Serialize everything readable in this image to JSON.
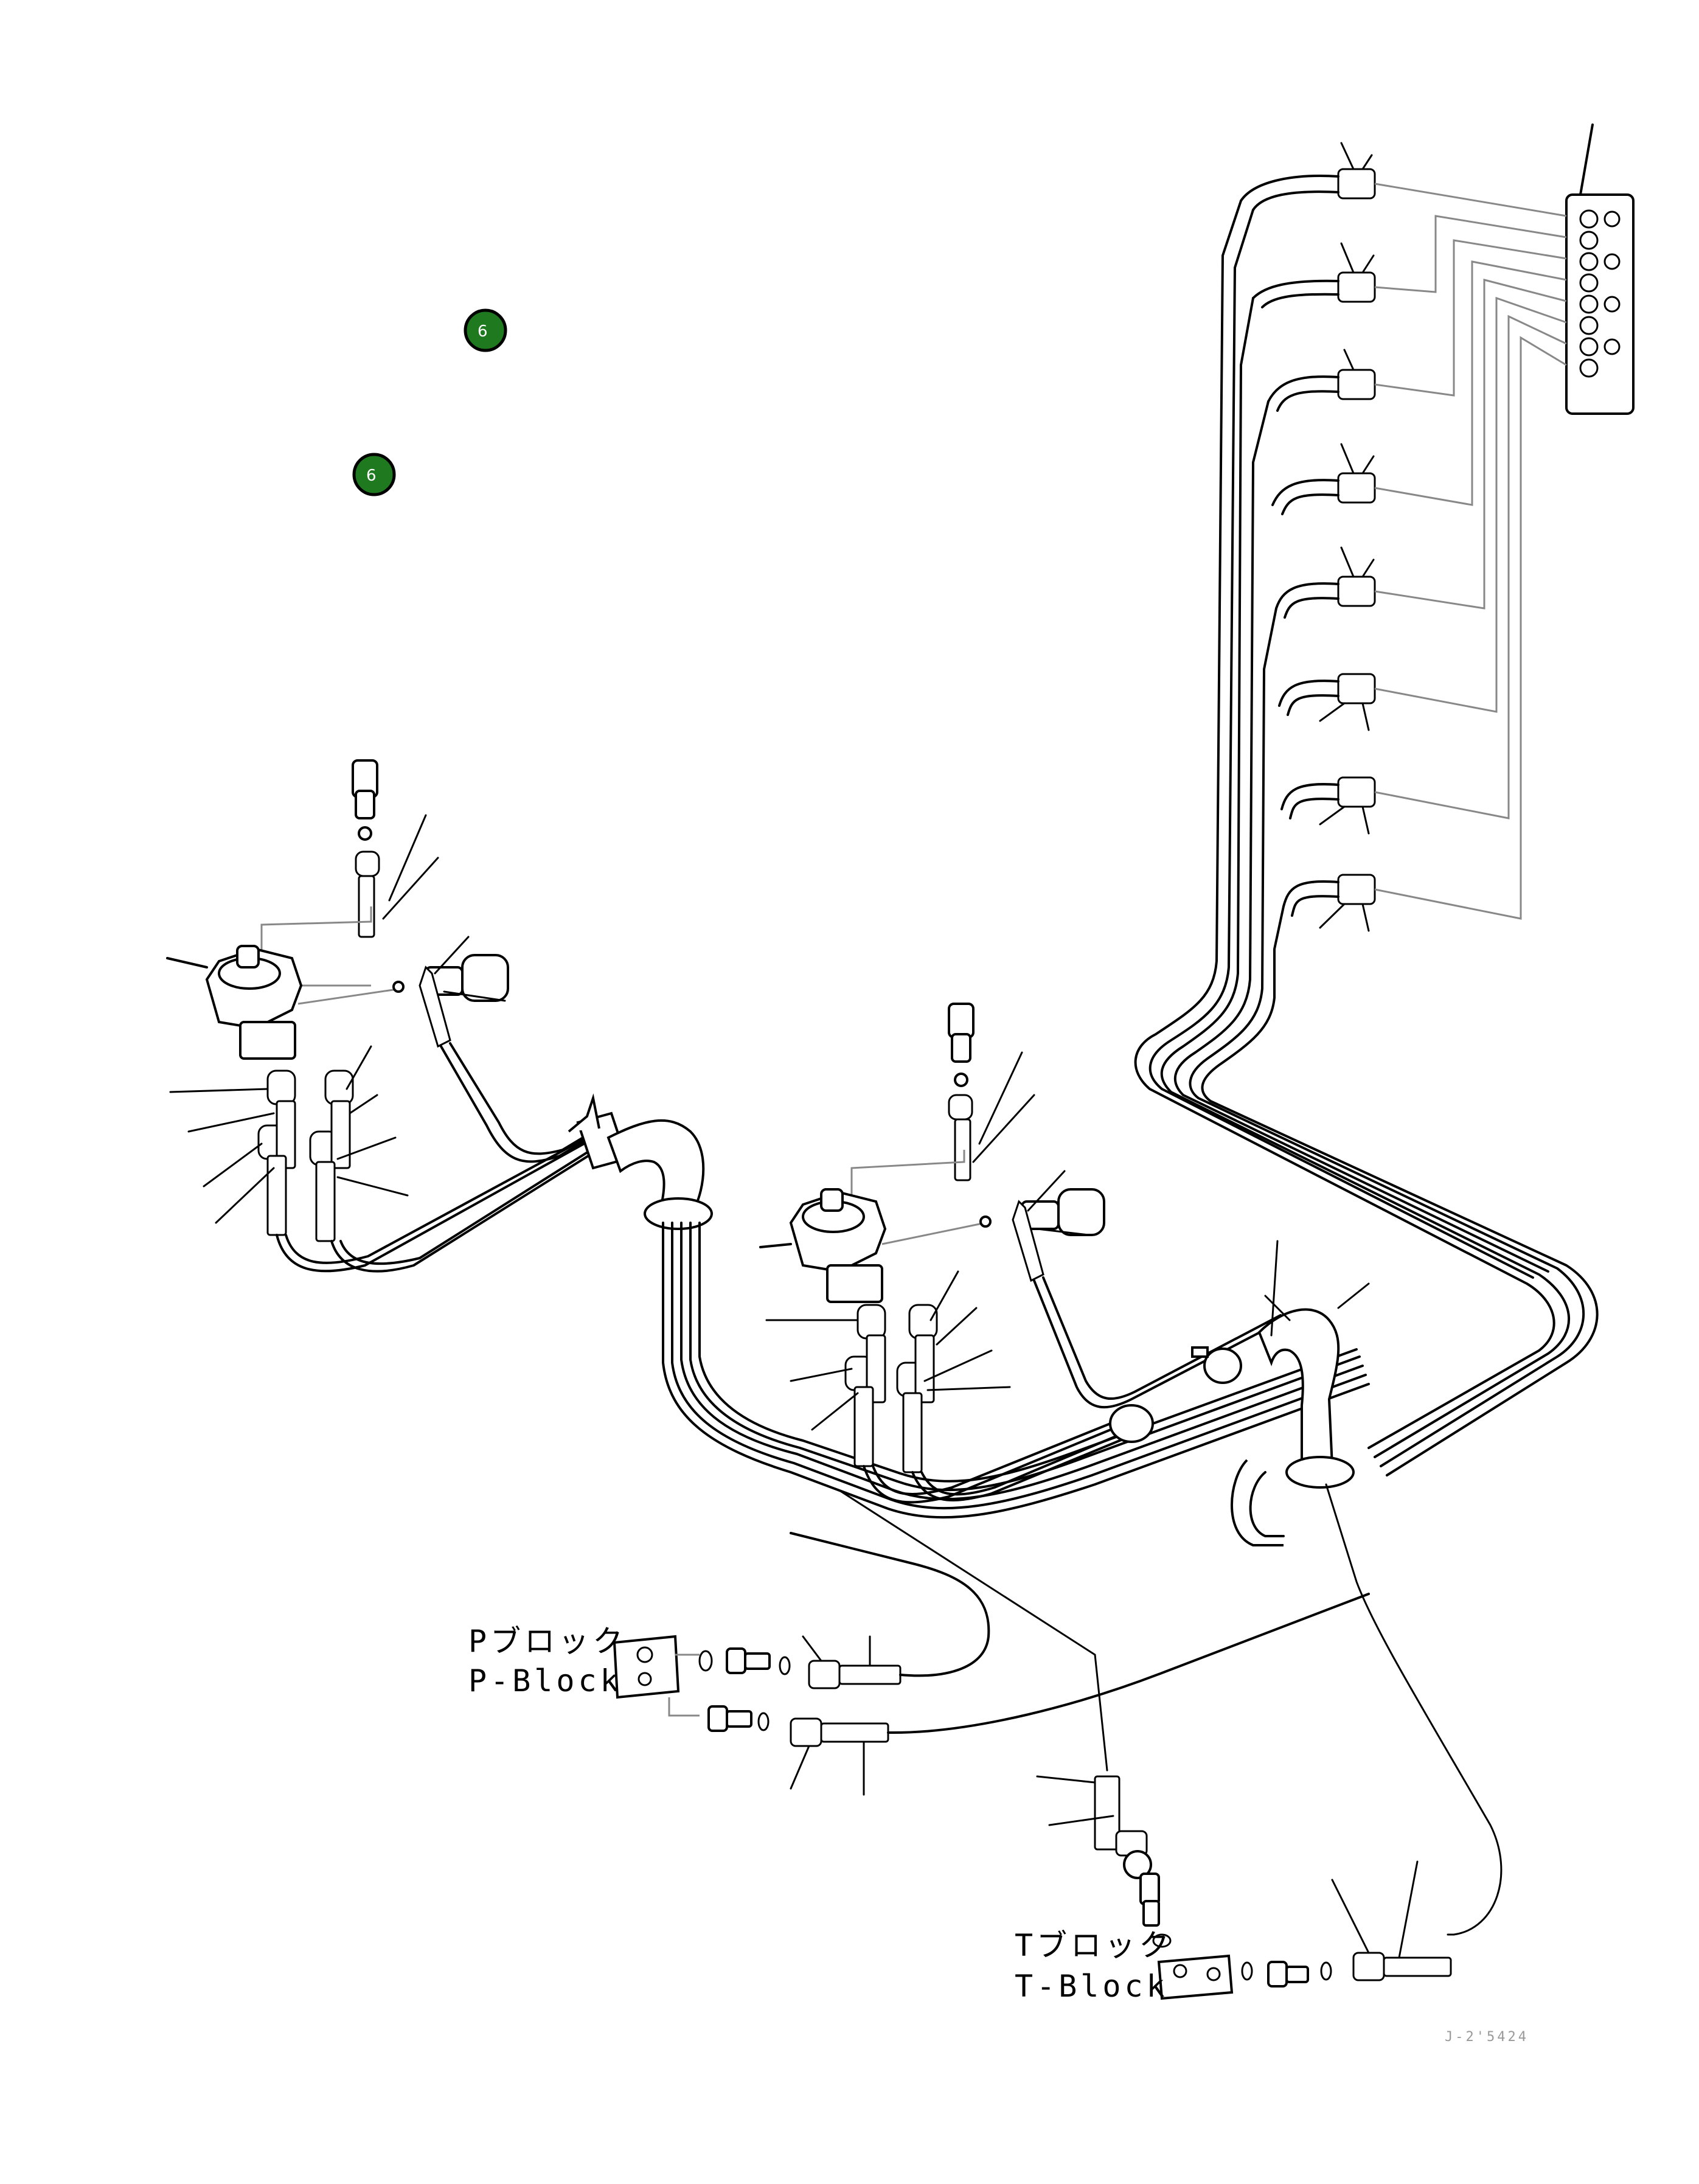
{
  "markers": [
    {
      "label": "6",
      "color": "#1f7a1f"
    },
    {
      "label": "6",
      "color": "#1f7a1f"
    }
  ],
  "p_block": {
    "line1": "Pブロック",
    "line2": "P-Block"
  },
  "t_block": {
    "line1": "Tブロック",
    "line2": "T-Block"
  },
  "drawing_code": "J-2'5424"
}
